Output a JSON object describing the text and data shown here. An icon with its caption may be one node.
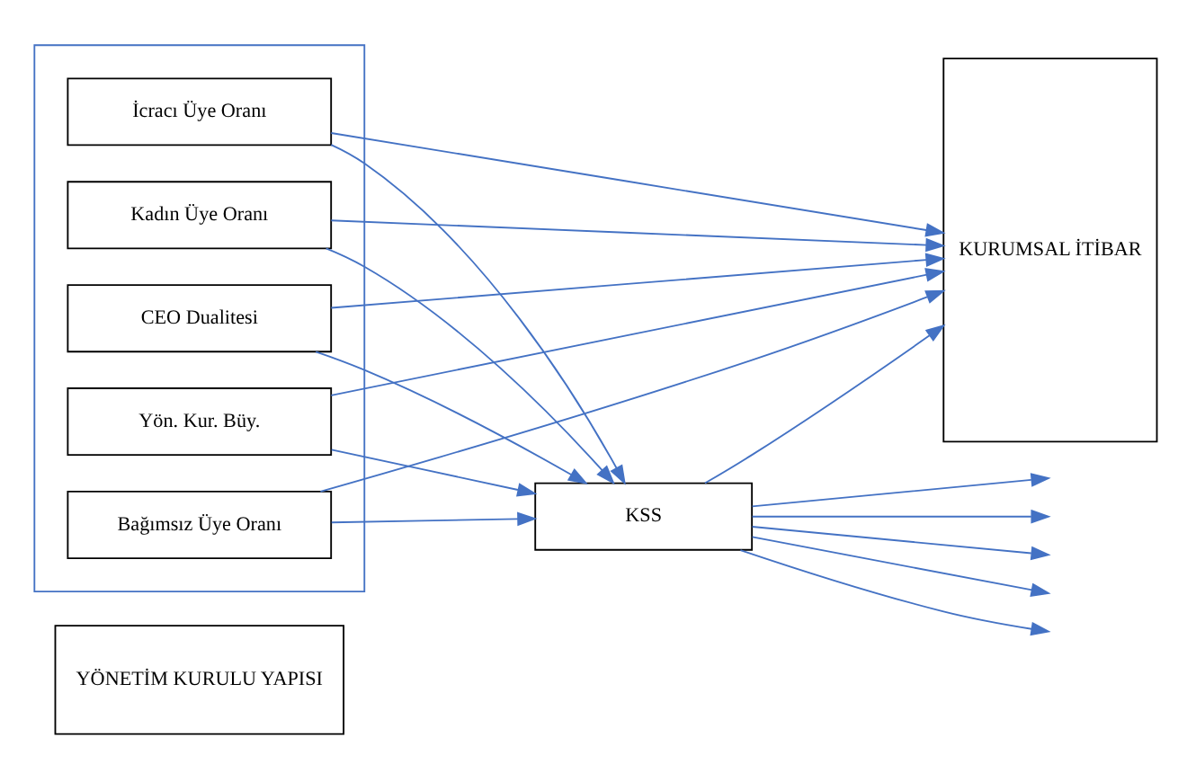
{
  "diagram": {
    "nodes": [
      {
        "text": [
          "YÖNETİM KURULU YAPISI"
        ]
      },
      {
        "text": [],
        "shape": "box"
      },
      {
        "text": [
          "CEO Dualitesi"
        ],
        "in": 1
      },
      {
        "text": [
          "Yön. Kur. Büy."
        ],
        "in": 1
      },
      {
        "text": [
          "Bağımsız Üye Oranı"
        ],
        "in": 1
      },
      {
        "text": [
          "İcracı Üye Oranı"
        ],
        "in": 1
      },
      {
        "text": [
          "Kadın Üye Oranı"
        ],
        "in": 1
      },
      {
        "text": [
          "KSS"
        ]
      },
      {
        "text": [
          "KURUMSAL İTİBAR"
        ]
      }
    ],
    "edges": [
      {
        "from": 2,
        "to": 7,
        "arrow": "to"
      },
      {
        "from": 3,
        "to": 7,
        "arrow": "to"
      },
      {
        "from": 4,
        "to": 7,
        "arrow": "to"
      },
      {
        "from": 5,
        "to": 7,
        "arrow": "to"
      },
      {
        "from": 6,
        "to": 7,
        "arrow": "to"
      },
      {
        "from": 2,
        "to": 8,
        "arrow": "to"
      },
      {
        "from": 3,
        "to": 8,
        "arrow": "to"
      },
      {
        "from": 4,
        "to": 8,
        "arrow": "to"
      },
      {
        "from": 5,
        "to": 8,
        "arrow": "to"
      },
      {
        "from": 6,
        "to": 8,
        "arrow": "to"
      },
      {
        "from": 7,
        "to": 8,
        "arrow": "to"
      },
      {
        "from": 7,
        "to": null,
        "arrow": "to"
      },
      {
        "from": 7,
        "to": null,
        "arrow": "to"
      },
      {
        "from": 7,
        "to": null,
        "arrow": "to"
      },
      {
        "from": 7,
        "to": null,
        "arrow": "to"
      },
      {
        "from": 7,
        "to": null,
        "arrow": "to"
      }
    ]
  }
}
